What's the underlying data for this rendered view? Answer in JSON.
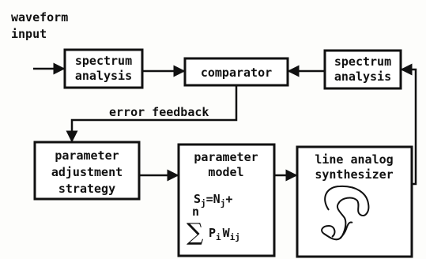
{
  "input": {
    "line1": "waveform",
    "line2": "input"
  },
  "blocks": {
    "spectrum_left": {
      "line1": "spectrum",
      "line2": "analysis"
    },
    "comparator": {
      "label": "comparator"
    },
    "spectrum_right": {
      "line1": "spectrum",
      "line2": "analysis"
    },
    "strategy": {
      "line1": "parameter",
      "line2": "adjustment",
      "line3": "strategy"
    },
    "model": {
      "line1": "parameter",
      "line2": "model",
      "formula_lhs": "S",
      "formula_lhs_sub": "j",
      "formula_eq": "=N",
      "formula_n_sub": "j",
      "formula_plus": "+",
      "sum_upper": "n",
      "sum_symbol": "∑",
      "sum_term": "P",
      "sum_term_sub": "i",
      "sum_term2": "W",
      "sum_term2_sub": "ij"
    },
    "synthesizer": {
      "line1": "line analog",
      "line2": "synthesizer"
    }
  },
  "edges": {
    "feedback_label": "error feedback"
  }
}
